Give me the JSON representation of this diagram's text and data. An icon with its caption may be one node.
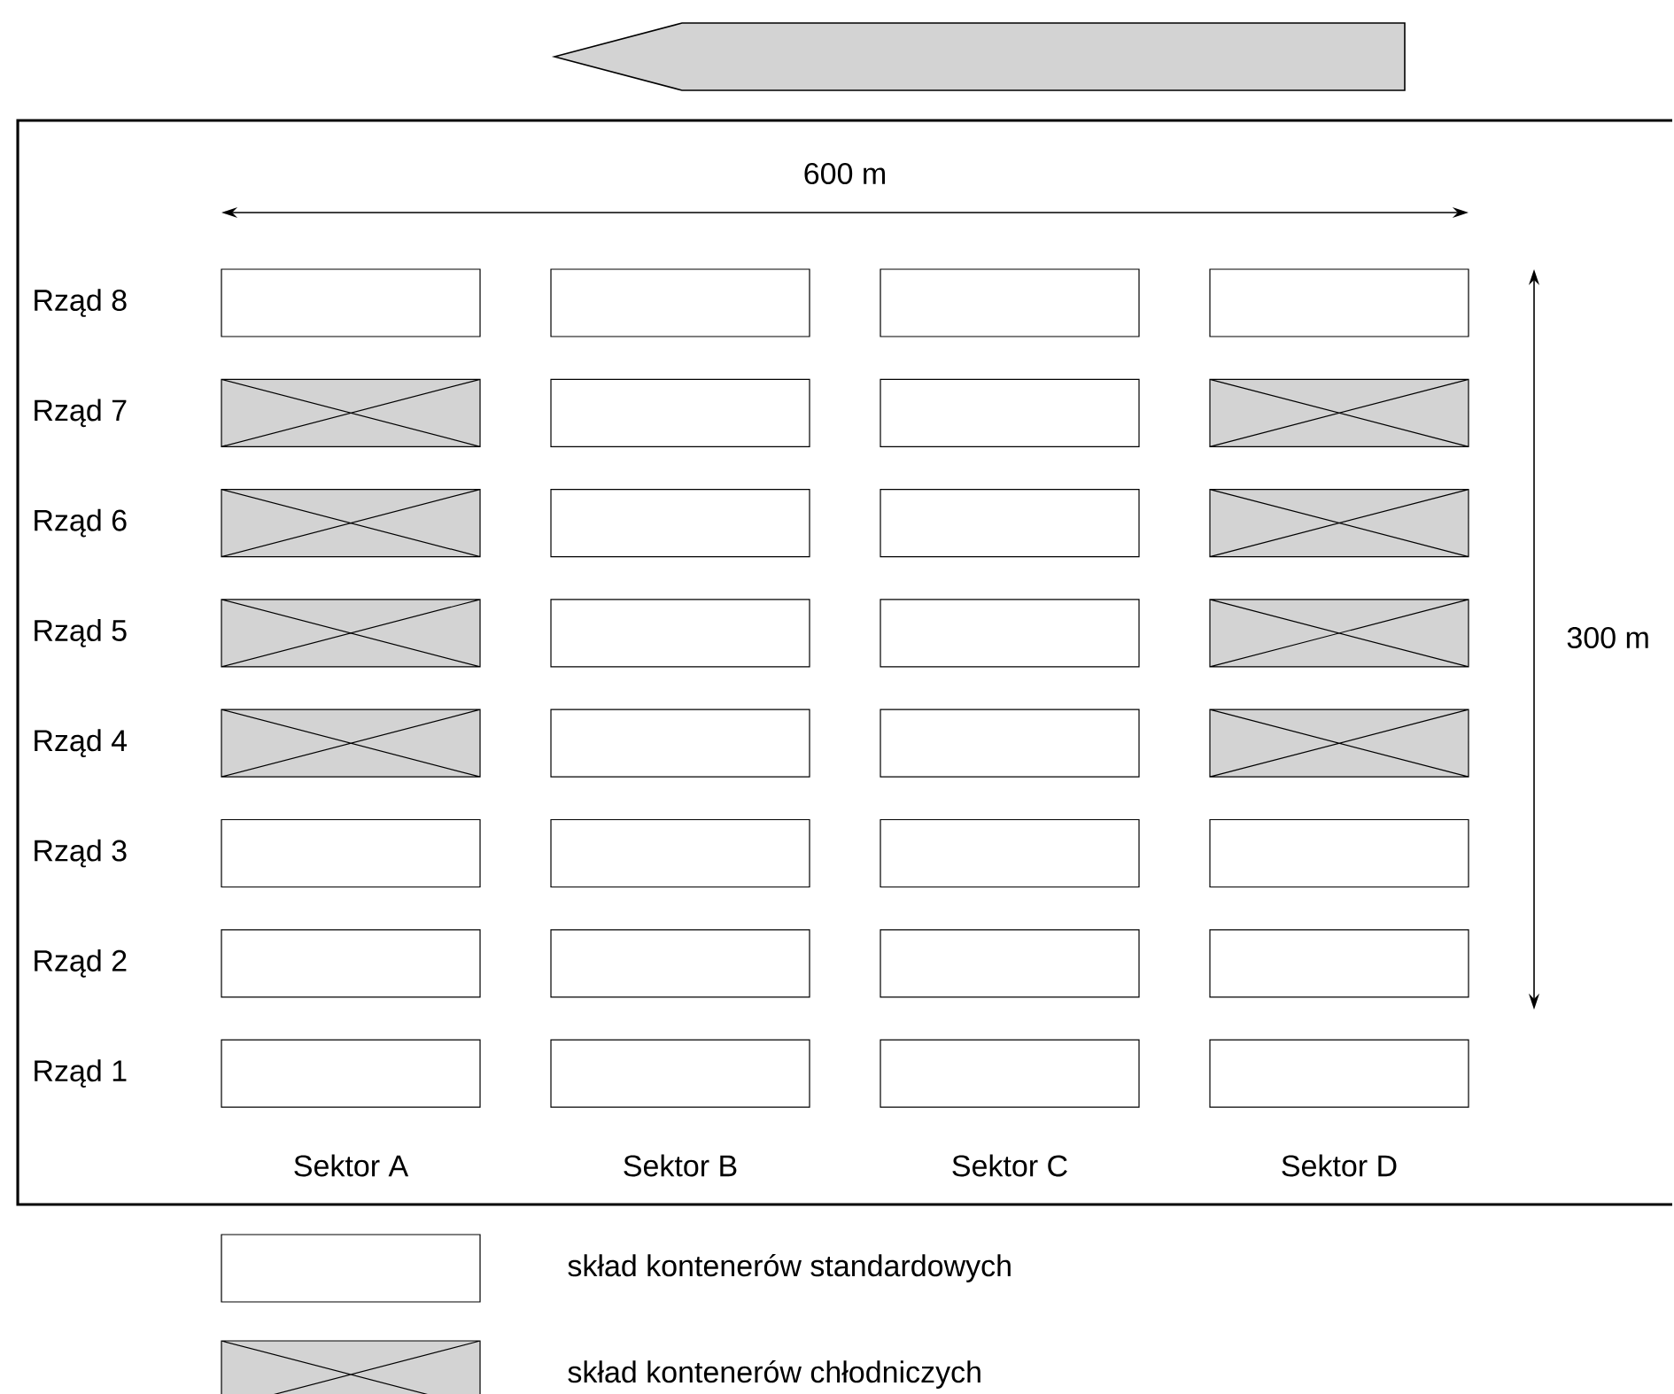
{
  "diagram": {
    "labels": [
      "600 m",
      "300 m",
      "Rząd 8",
      "Rząd 7",
      "Rząd 6",
      "Rząd 5",
      "Rząd 4",
      "Rząd 3",
      "Rząd 2",
      "Rząd 1",
      "Sektor A",
      "Sektor B",
      "Sektor C",
      "Sektor D"
    ],
    "legend": [
      {
        "text": "skład kontenerów standardowych"
      },
      {
        "text": "skład kontenerów chłodniczych"
      }
    ]
  }
}
